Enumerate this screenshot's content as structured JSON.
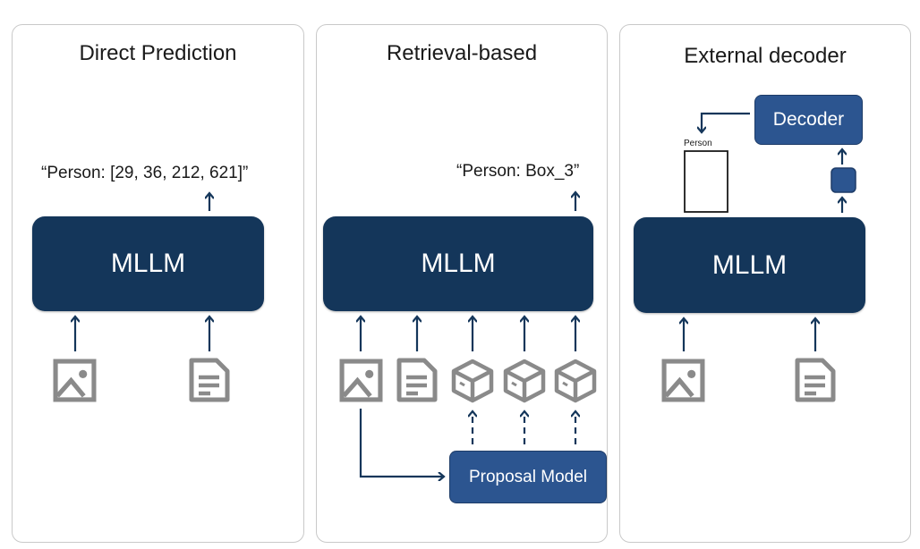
{
  "panels": [
    {
      "title": "Direct Prediction",
      "mllm_label": "MLLM",
      "output": "“Person: [29, 36, 212, 621]”"
    },
    {
      "title": "Retrieval-based",
      "mllm_label": "MLLM",
      "output": "“Person: Box_3”",
      "proposal_label": "Proposal Model"
    },
    {
      "title": "External decoder",
      "mllm_label": "MLLM",
      "decoder_label": "Decoder",
      "box_label": "Person"
    }
  ],
  "colors": {
    "mllm": "#14365a",
    "module": "#2c5590",
    "arrow": "#14365a",
    "icon": "#8a8a8a"
  },
  "icons": [
    "image-icon",
    "document-icon",
    "cube-icon"
  ]
}
